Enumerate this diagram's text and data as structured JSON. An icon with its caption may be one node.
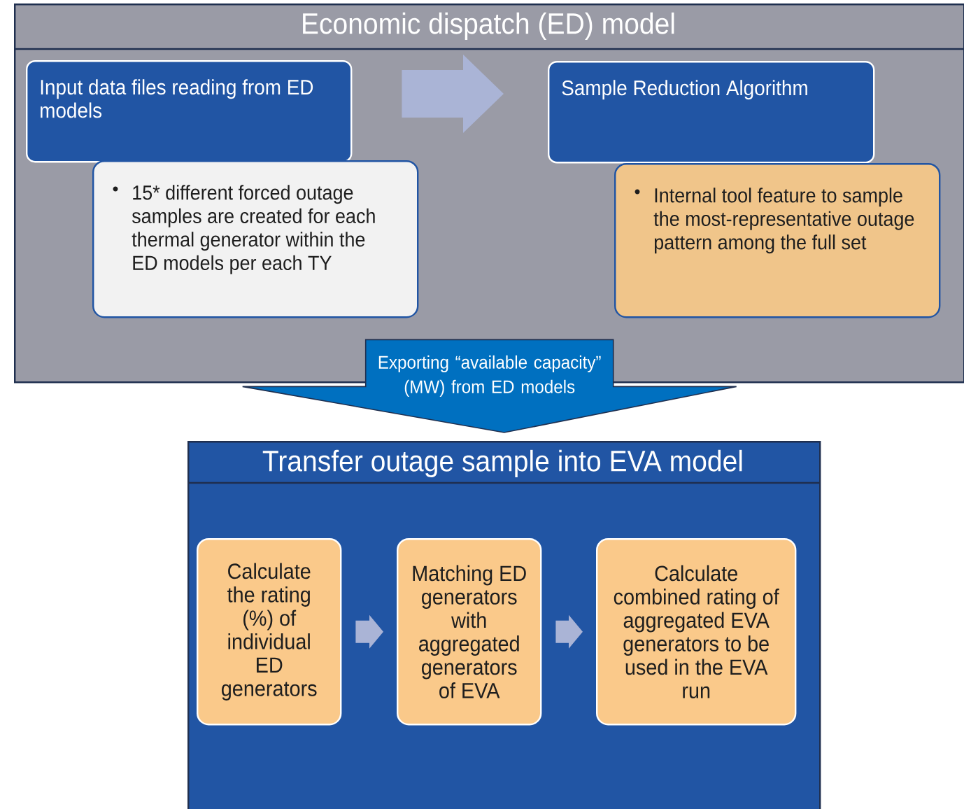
{
  "diagram": {
    "nodes": [
      {
        "text": [
          "Economic dispatch (ED) model"
        ]
      },
      {
        "text": [
          "Input data files reading from ED models"
        ],
        "in": 0
      },
      {
        "text": [
          "15* different forced outage samples are created for each thermal generator within the ED models per each TY"
        ],
        "in": 0
      },
      {
        "text": [
          "Sample Reduction Algorithm"
        ],
        "in": 0
      },
      {
        "text": [
          "Internal tool feature to sample the most-representative outage pattern among the full set"
        ],
        "in": 0
      },
      {
        "text": [
          "Transfer outage sample into EVA model"
        ]
      },
      {
        "text": [
          "Calculate the rating (%) of individual ED generators"
        ],
        "in": 5
      },
      {
        "text": [
          "Matching ED generators with aggregated generators of EVA"
        ],
        "in": 5
      },
      {
        "text": [
          "Calculate combined rating of aggregated EVA generators to be used in the EVA run"
        ],
        "in": 5
      }
    ],
    "edges": [
      {
        "from": 1,
        "to": 3,
        "arrow": "to"
      },
      {
        "from": 0,
        "to": 5,
        "arrow": "to",
        "label": "Exporting “available capacity” (MW) from ED models",
        "color": "#0070c0"
      },
      {
        "from": 6,
        "to": 7,
        "arrow": "to"
      },
      {
        "from": 7,
        "to": 8,
        "arrow": "to"
      }
    ]
  }
}
